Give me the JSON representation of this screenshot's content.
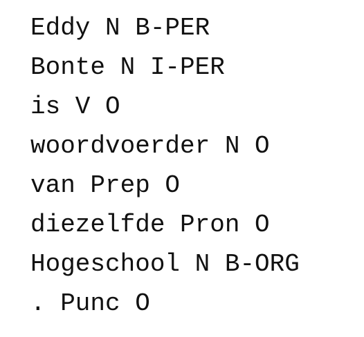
{
  "lines": [
    "Eddy N B-PER",
    "Bonte N I-PER",
    "is V O",
    "woordvoerder N O",
    "van Prep O",
    "diezelfde Pron O",
    "Hogeschool N B-ORG",
    ". Punc O"
  ]
}
